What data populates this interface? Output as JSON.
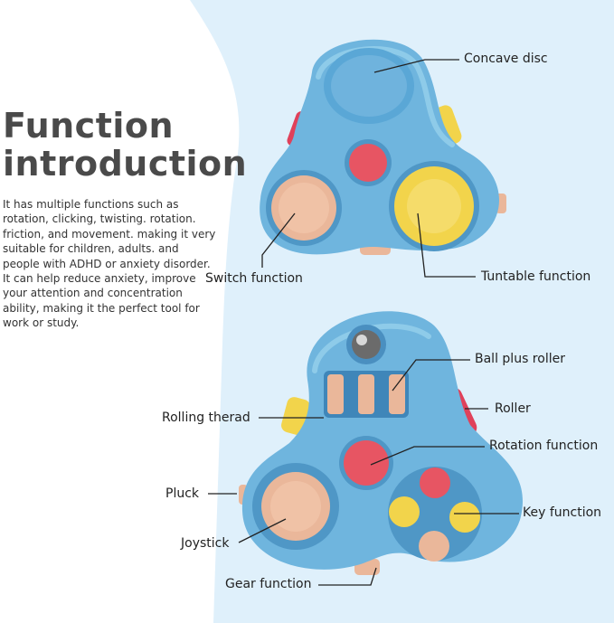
{
  "title": {
    "line1": "Function",
    "line2": "introduction"
  },
  "description": "It has multiple functions such as rotation, clicking, twisting. rotation. friction, and movement. making it very suitable for children, adults. and people with ADHD or anxiety disorder. It can help reduce anxiety, improve your attention and concentration ability, making it the perfect tool for work or study.",
  "labels": {
    "concave_disc": "Concave disc",
    "switch_function": "Switch function",
    "tuntable_function": "Tuntable function",
    "ball_plus_roller": "Ball plus roller",
    "roller": "Roller",
    "rolling_therad": "Rolling therad",
    "rotation_function": "Rotation function",
    "pluck": "Pluck",
    "key_function": "Key function",
    "joystick": "Joystick",
    "gear_function": "Gear function"
  },
  "colors": {
    "background": "#dff0fb",
    "panel": "#ffffff",
    "device_blue": "#6fb5de",
    "button_pink": "#e75563",
    "button_yellow": "#f2d44b",
    "button_peach": "#eab79a"
  }
}
